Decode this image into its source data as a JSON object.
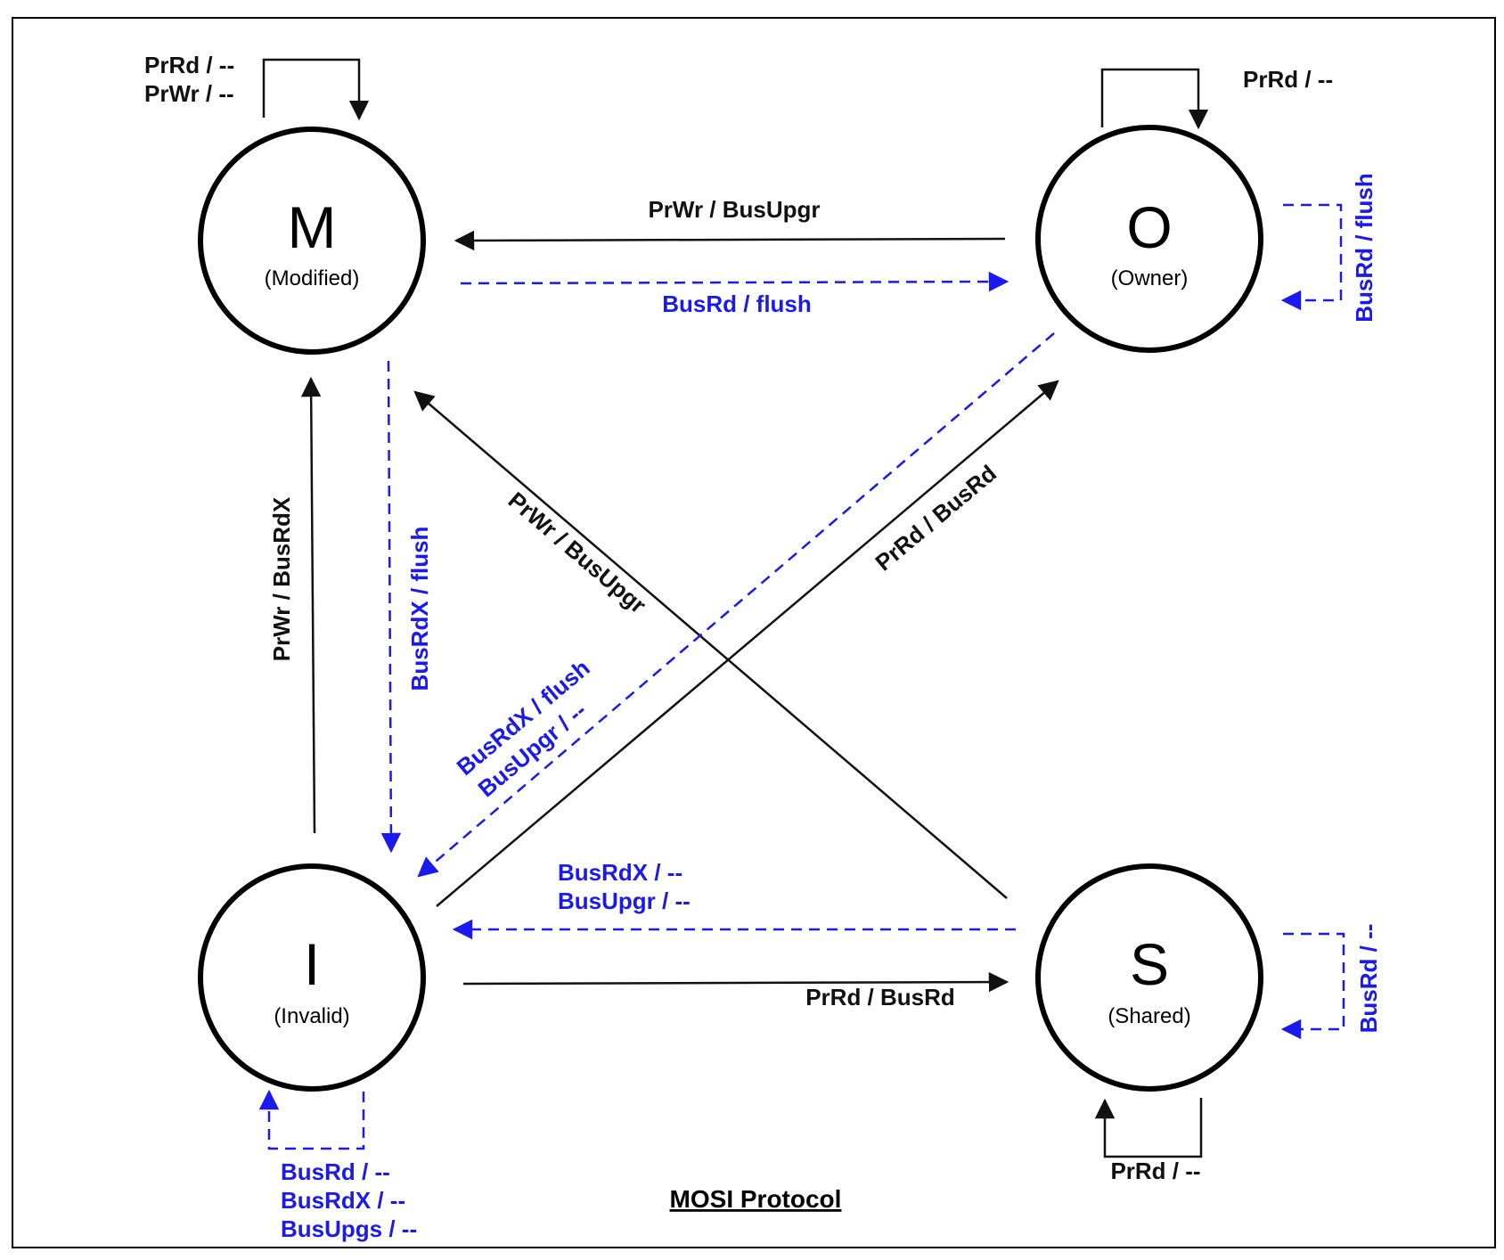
{
  "title": "MOSI Protocol",
  "colors": {
    "processor": "#111111",
    "bus": "#1a1aee",
    "frame": "#000000"
  },
  "states": {
    "m": {
      "letter": "M",
      "name": "(Modified)"
    },
    "o": {
      "letter": "O",
      "name": "(Owner)"
    },
    "i": {
      "letter": "I",
      "name": "(Invalid)"
    },
    "s": {
      "letter": "S",
      "name": "(Shared)"
    }
  },
  "transitions": {
    "m_self": [
      "PrRd / --",
      "PrWr / --"
    ],
    "o_self_proc": "PrRd / --",
    "o_self_bus": "BusRd / flush",
    "o_to_m": "PrWr / BusUpgr",
    "m_to_o": "BusRd / flush",
    "i_to_m": "PrWr / BusRdX",
    "m_to_i": "BusRdX / flush",
    "s_to_m": "PrWr / BusUpgr",
    "i_to_o": "PrRd / BusRd",
    "o_to_i": [
      "BusRdX / flush",
      "BusUpgr / --"
    ],
    "s_to_i": [
      "BusRdX / --",
      "BusUpgr / --"
    ],
    "i_to_s": "PrRd / BusRd",
    "s_self_bus": "BusRd / --",
    "s_self_proc": "PrRd / --",
    "i_self": [
      "BusRd / --",
      "BusRdX / --",
      "BusUpgs / --"
    ]
  }
}
